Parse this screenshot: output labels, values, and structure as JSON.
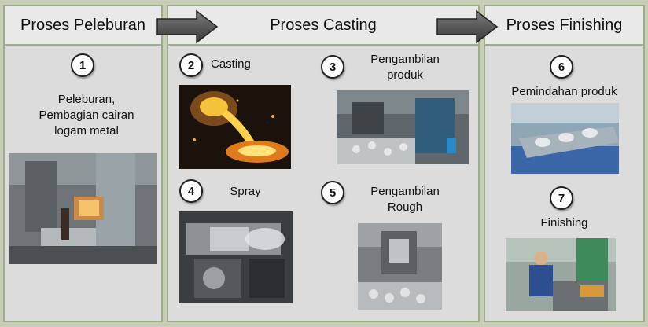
{
  "sections": [
    {
      "title": "Proses Peleburan"
    },
    {
      "title": "Proses Casting"
    },
    {
      "title": "Proses Finishing"
    }
  ],
  "steps": [
    {
      "number": "1",
      "label_lines": [
        "Peleburan,",
        "Pembagian cairan",
        "logam metal"
      ]
    },
    {
      "number": "2",
      "label_lines": [
        "Casting"
      ]
    },
    {
      "number": "3",
      "label_lines": [
        "Pengambilan",
        "produk"
      ]
    },
    {
      "number": "4",
      "label_lines": [
        "Spray"
      ]
    },
    {
      "number": "5",
      "label_lines": [
        "Pengambilan",
        "Rough"
      ]
    },
    {
      "number": "6",
      "label_lines": [
        "Pemindahan produk"
      ]
    },
    {
      "number": "7",
      "label_lines": [
        "Finishing"
      ]
    }
  ]
}
